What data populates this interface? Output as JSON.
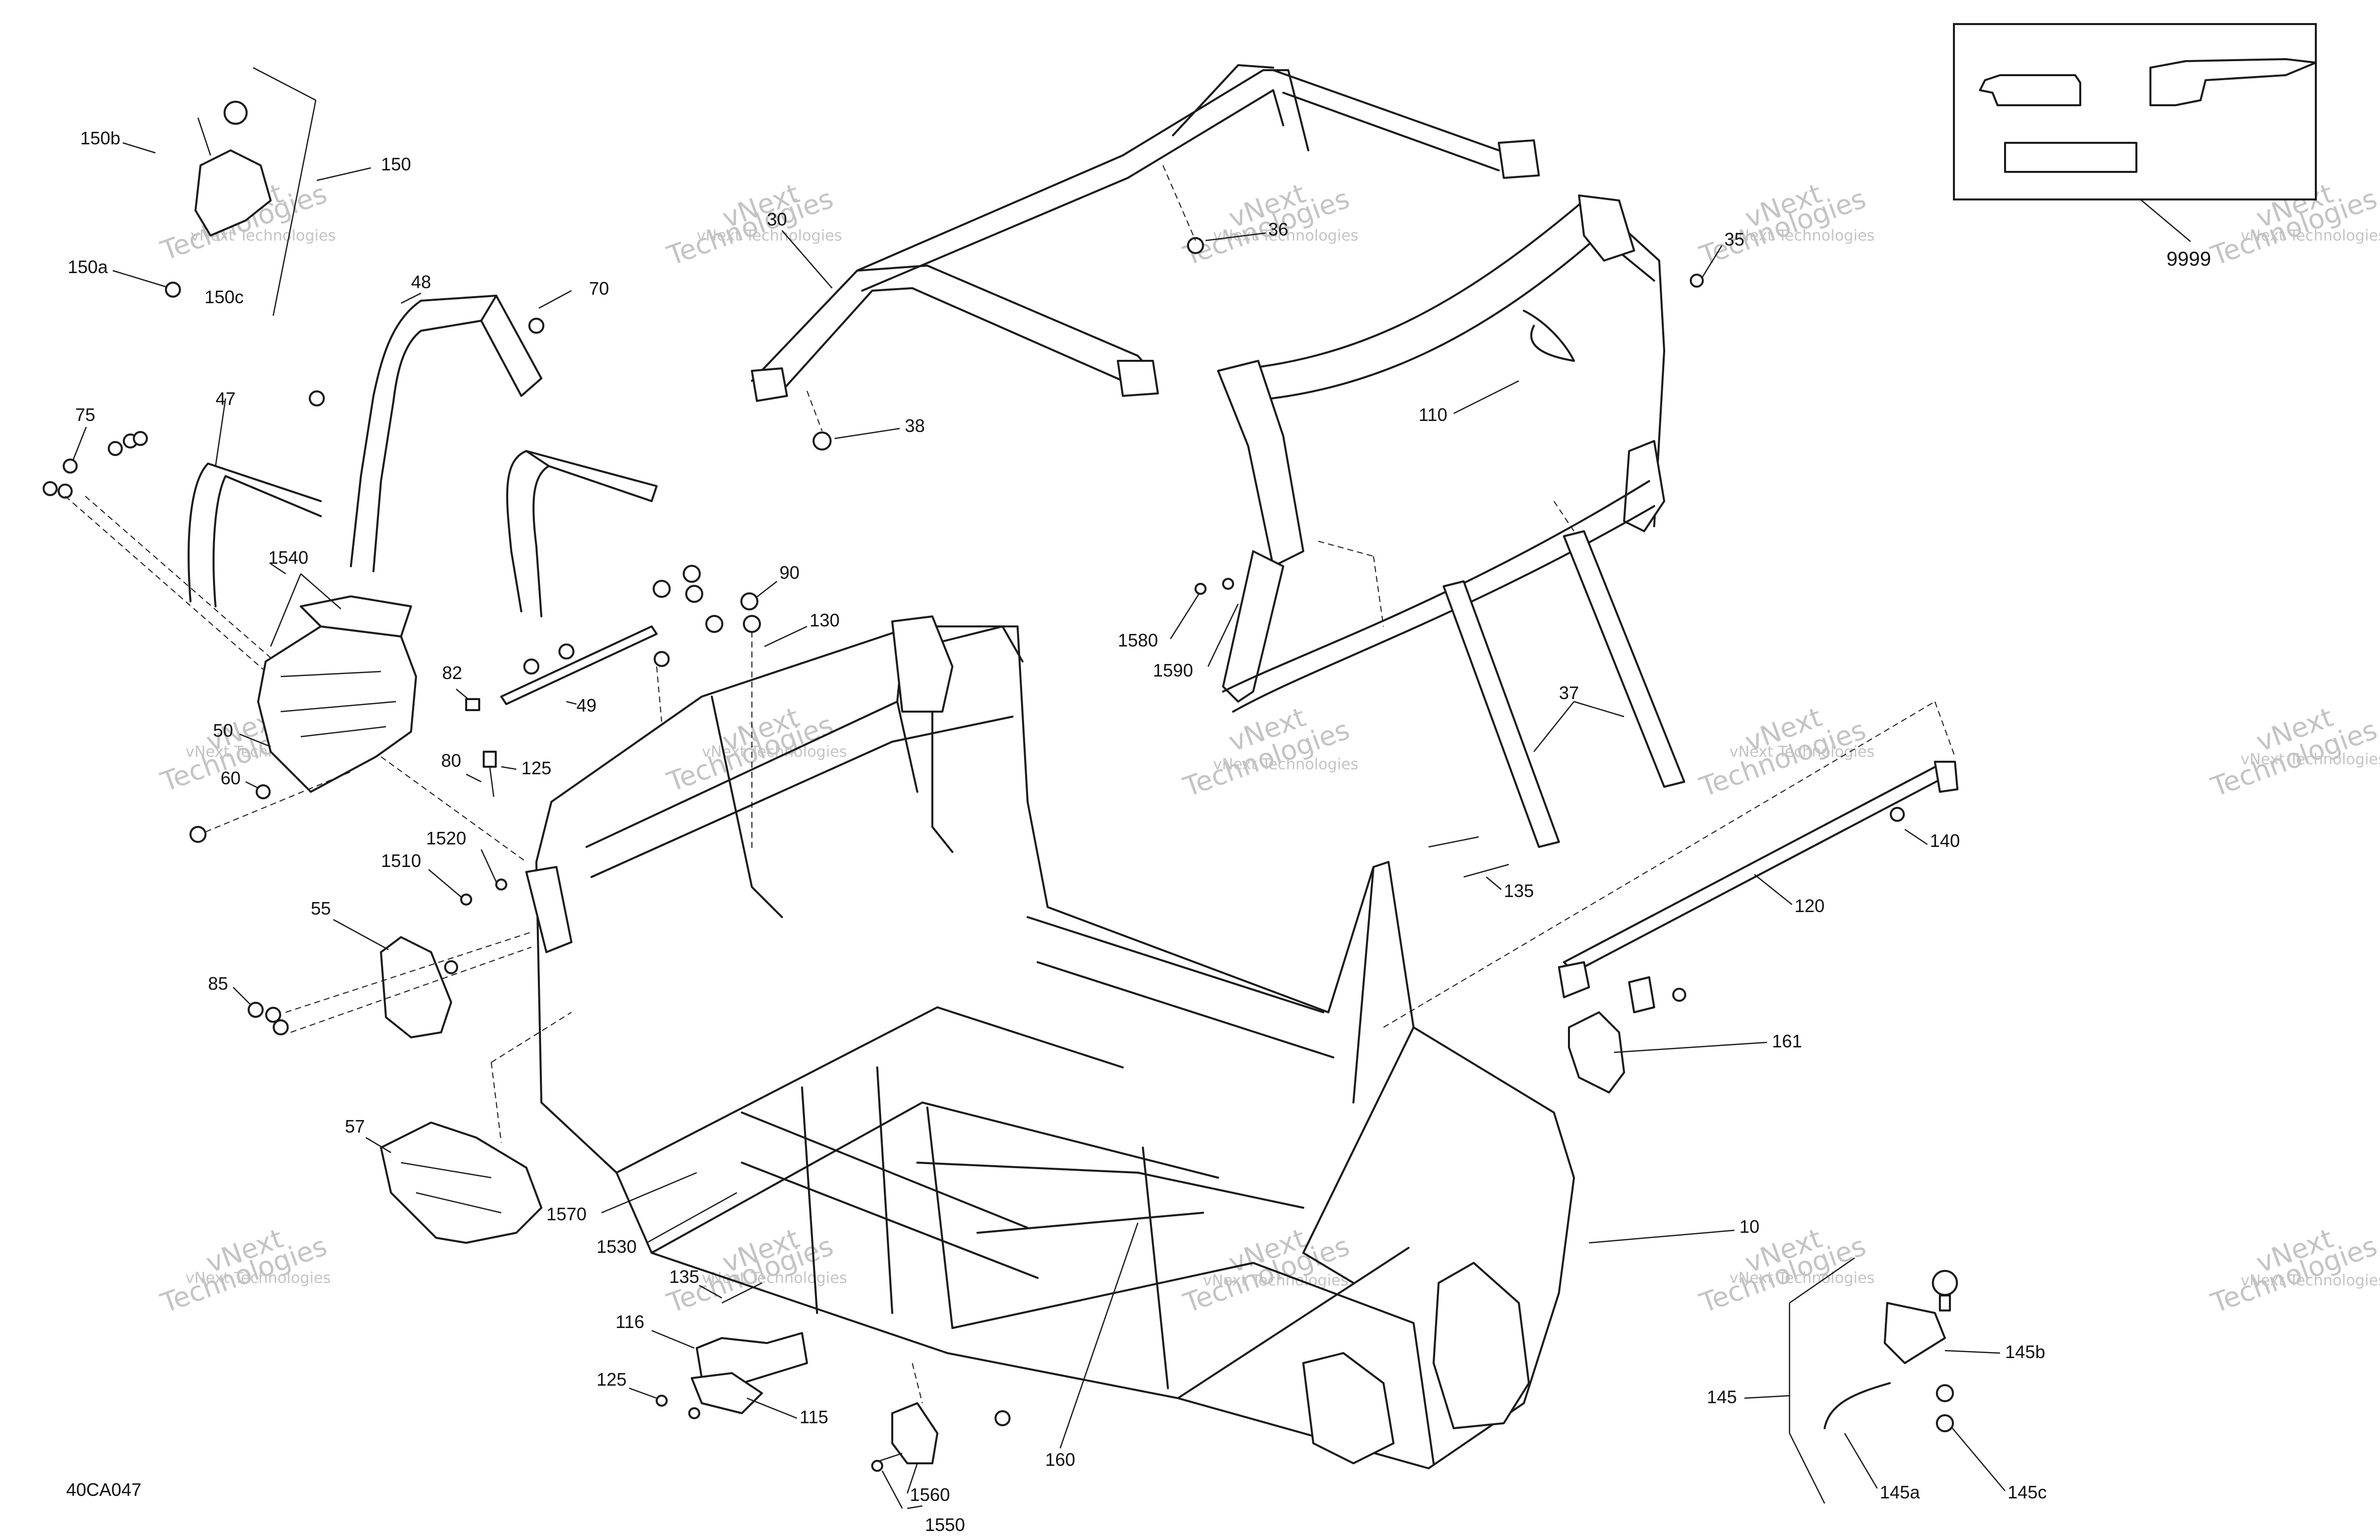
{
  "diagram_code": "40CA047",
  "watermark": {
    "line1": "vNext",
    "line2": "Technologies",
    "full": "vNext Technologies"
  },
  "callouts": {
    "c10": "10",
    "c30": "30",
    "c35": "35",
    "c36": "36",
    "c37": "37",
    "c38": "38",
    "c47": "47",
    "c48": "48",
    "c49": "49",
    "c50": "50",
    "c55": "55",
    "c57": "57",
    "c60": "60",
    "c70": "70",
    "c75": "75",
    "c80": "80",
    "c82": "82",
    "c85": "85",
    "c90": "90",
    "c110": "110",
    "c115": "115",
    "c116": "116",
    "c120": "120",
    "c125a": "125",
    "c125b": "125",
    "c130": "130",
    "c135a": "135",
    "c135b": "135",
    "c140": "140",
    "c145": "145",
    "c145a": "145a",
    "c145b": "145b",
    "c145c": "145c",
    "c150": "150",
    "c150a": "150a",
    "c150b": "150b",
    "c150c": "150c",
    "c160": "160",
    "c161": "161",
    "c1510": "1510",
    "c1520": "1520",
    "c1530": "1530",
    "c1540": "1540",
    "c1550": "1550",
    "c1560": "1560",
    "c1570": "1570",
    "c1580": "1580",
    "c1590": "1590",
    "c9999": "9999"
  }
}
